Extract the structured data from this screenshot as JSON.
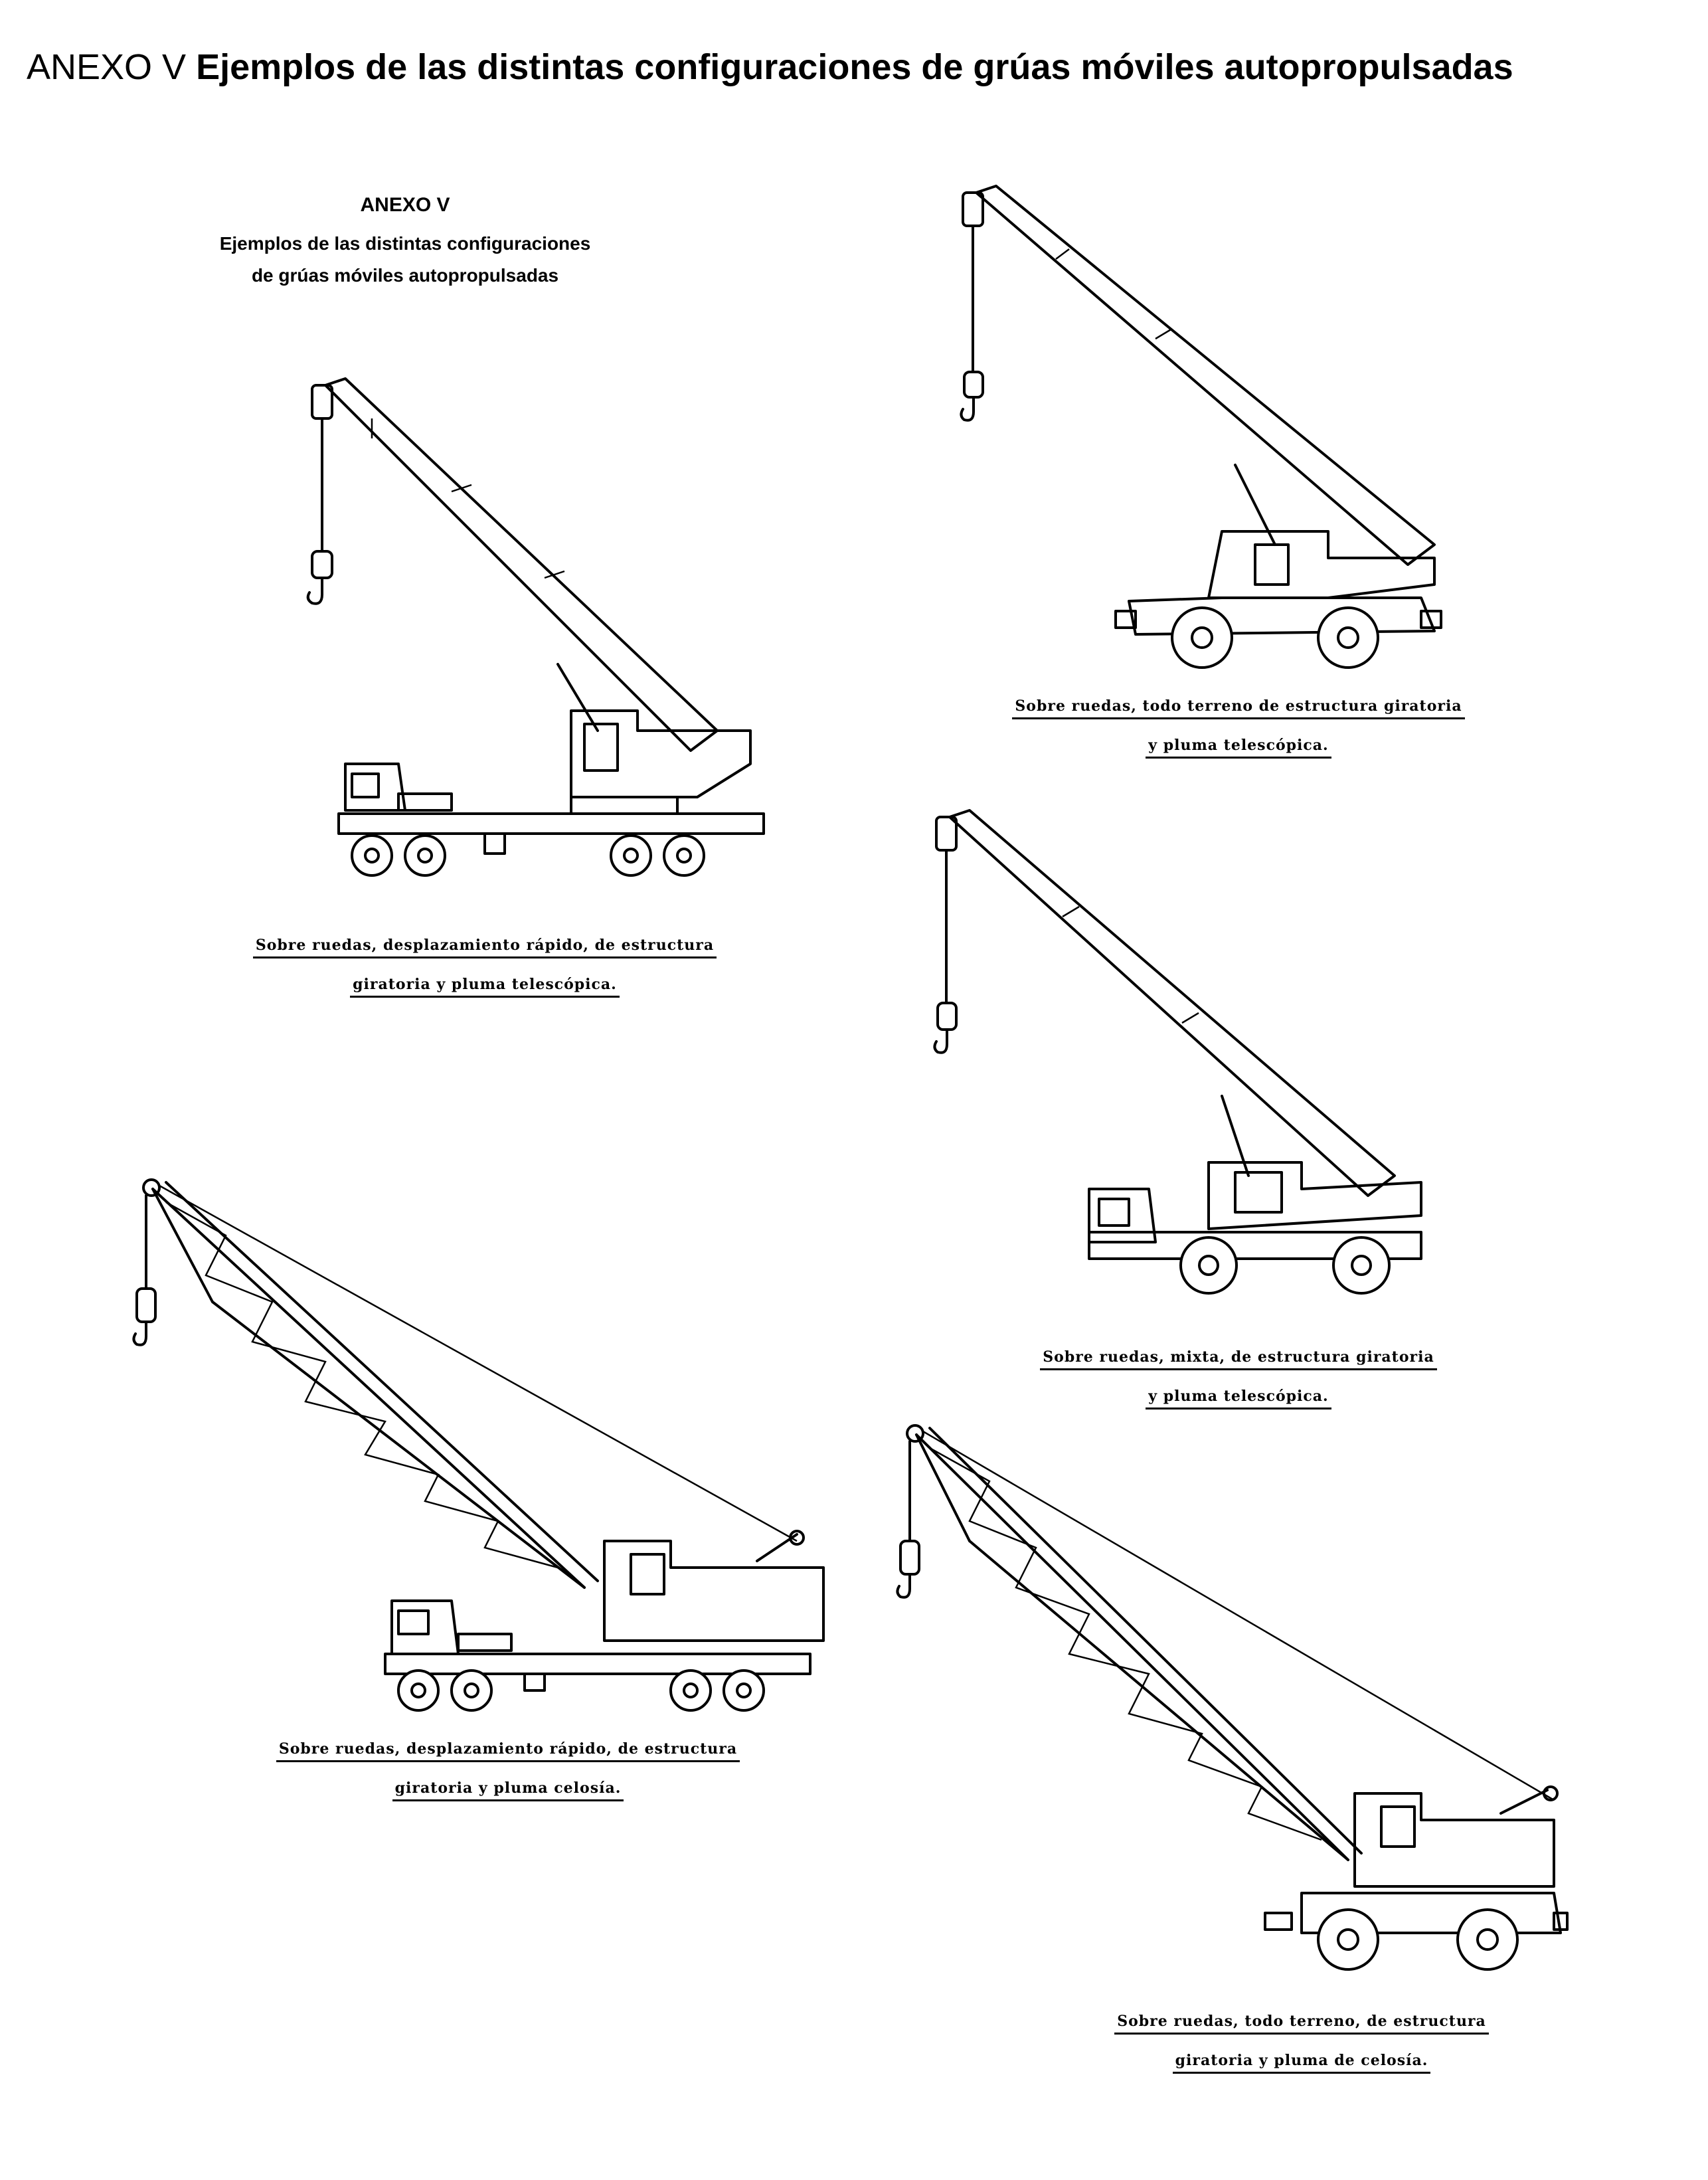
{
  "document": {
    "title_prefix": "ANEXO V",
    "title_bold": "Ejemplos de las distintas configuraciones de grúas móviles autopropulsadas",
    "scan_header": {
      "line1": "ANEXO V",
      "line2": "Ejemplos de las distintas configuraciones",
      "line3": "de grúas móviles autopropulsadas"
    },
    "figures": [
      {
        "caption_line1": "Sobre ruedas, desplazamiento rápido, de estructura",
        "caption_line2": "giratoria y pluma telescópica."
      },
      {
        "caption_line1": "Sobre ruedas, todo terreno de estructura giratoria",
        "caption_line2": "y pluma telescópica."
      },
      {
        "caption_line1": "Sobre ruedas, mixta, de estructura giratoria",
        "caption_line2": "y pluma telescópica."
      },
      {
        "caption_line1": "Sobre ruedas, desplazamiento rápido, de estructura",
        "caption_line2": "giratoria y pluma celosía."
      },
      {
        "caption_line1": "Sobre ruedas, todo terreno, de estructura",
        "caption_line2": "giratoria y pluma de celosía."
      }
    ]
  }
}
